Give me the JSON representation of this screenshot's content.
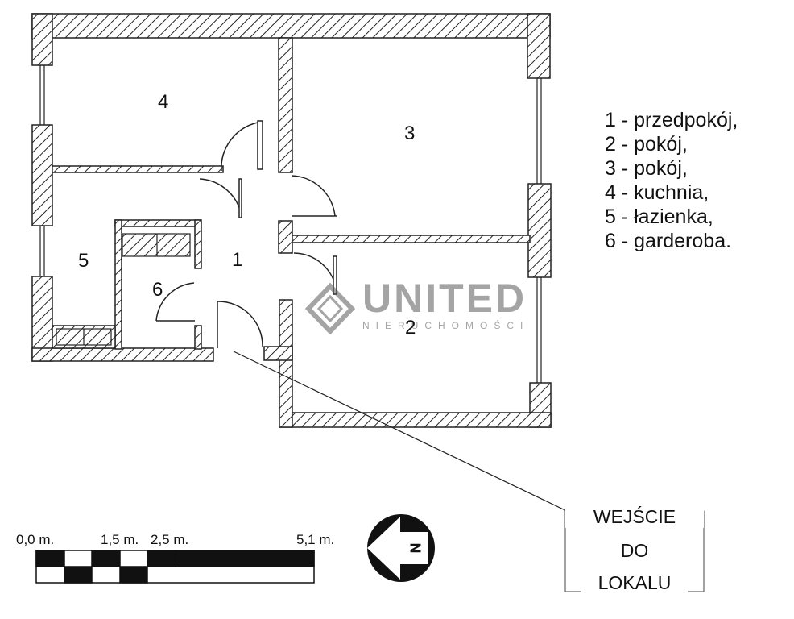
{
  "rooms": {
    "r1": "1",
    "r2": "2",
    "r3": "3",
    "r4": "4",
    "r5": "5",
    "r6": "6"
  },
  "legend": [
    "1 - przedpokój,",
    "2 - pokój,",
    "3 - pokój,",
    "4 - kuchnia,",
    "5 - łazienka,",
    "6 - garderoba."
  ],
  "entrance": {
    "line1": "WEJŚCIE",
    "line2": "DO",
    "line3": "LOKALU"
  },
  "scale": {
    "labels": [
      "0,0 m.",
      "1,5 m.",
      "2,5 m.",
      "5,1 m."
    ]
  },
  "compass": {
    "letter": "N"
  },
  "watermark": {
    "title": "UNITED",
    "subtitle": "NIERUCHOMOŚCI"
  }
}
